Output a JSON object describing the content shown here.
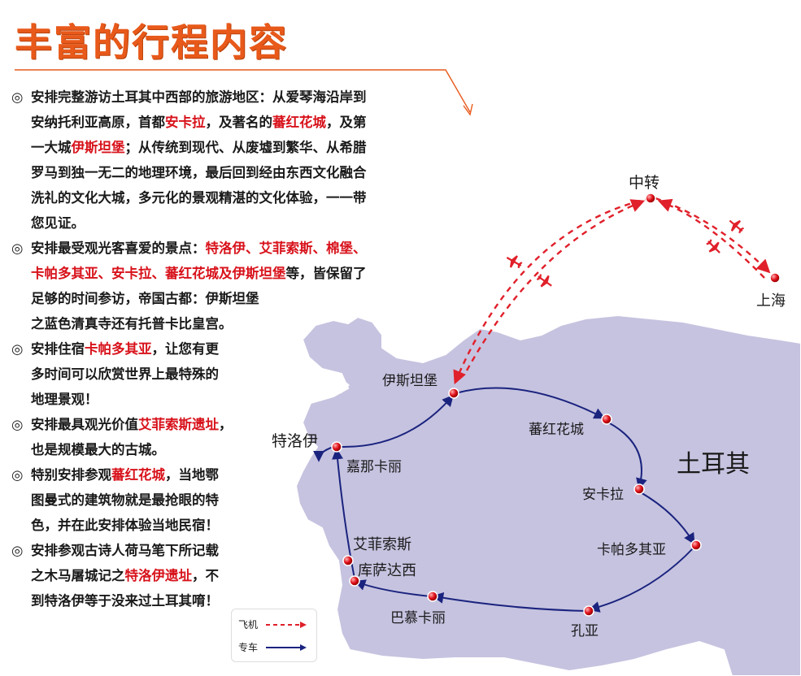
{
  "title": "丰富的行程内容",
  "bullet": "◎",
  "items": [
    [
      [
        [
          "安排完整游访土耳其中西部的旅游地区：从爱琴海沿岸到",
          false
        ]
      ],
      [
        [
          "安纳托利亚高原，首都",
          false
        ],
        [
          "安卡拉",
          true
        ],
        [
          "，及著名的",
          false
        ],
        [
          "蕃红花城",
          true
        ],
        [
          "，及第",
          false
        ]
      ],
      [
        [
          "一大城",
          false
        ],
        [
          "伊斯坦堡",
          true
        ],
        [
          "；从传统到现代、从废墟到繁华、从希腊",
          false
        ]
      ],
      [
        [
          "罗马到独一无二的地理环境，最后回到经由东西文化融合",
          false
        ]
      ],
      [
        [
          "洗礼的文化大城，多元化的景观精湛的文化体验，一一带",
          false
        ]
      ],
      [
        [
          "您见证。",
          false
        ]
      ]
    ],
    [
      [
        [
          "安排最受观光客喜爱的景点：",
          false
        ],
        [
          "特洛伊、艾菲索斯、棉堡、",
          true
        ]
      ],
      [
        [
          "卡帕多其亚、安卡拉、蕃红花城及伊斯坦堡",
          true
        ],
        [
          "等，皆保留了",
          false
        ]
      ],
      [
        [
          "足够的时间参访，帝国古都：伊斯坦堡",
          false
        ]
      ],
      [
        [
          "之蓝色清真寺还有托普卡比皇宫。",
          false
        ]
      ]
    ],
    [
      [
        [
          "安排住宿",
          false
        ],
        [
          "卡帕多其亚",
          true
        ],
        [
          "，让您有更",
          false
        ]
      ],
      [
        [
          "多时间可以欣赏世界上最特殊的",
          false
        ]
      ],
      [
        [
          "地理景观！",
          false
        ]
      ]
    ],
    [
      [
        [
          "安排最具观光价值",
          false
        ],
        [
          "艾菲索斯遗址",
          true
        ],
        [
          "，",
          false
        ]
      ],
      [
        [
          "也是规模最大的古城。",
          false
        ]
      ]
    ],
    [
      [
        [
          "特别安排参观",
          false
        ],
        [
          "蕃红花城",
          true
        ],
        [
          "，当地鄂",
          false
        ]
      ],
      [
        [
          "图曼式的建筑物就是最抢眼的特",
          false
        ]
      ],
      [
        [
          "色，并在此安排体验当地民宿！",
          false
        ]
      ]
    ],
    [
      [
        [
          "安排参观古诗人荷马笔下所记载",
          false
        ]
      ],
      [
        [
          "之木马屠城记之",
          false
        ],
        [
          "特洛伊遗址",
          true
        ],
        [
          "，不",
          false
        ]
      ],
      [
        [
          "到特洛伊等于没来过土耳其唷！",
          false
        ]
      ]
    ]
  ],
  "map": {
    "country": "土耳其",
    "cities": {
      "transfer": "中转",
      "shanghai": "上海",
      "istanbul": "伊斯坦堡",
      "safranbolu": "蕃红花城",
      "troy": "特洛伊",
      "canakkale": "嘉那卡丽",
      "ankara": "安卡拉",
      "cappadocia": "卡帕多其亚",
      "ephesus": "艾菲索斯",
      "kusadasi": "库萨达西",
      "pamukkale": "巴慕卡丽",
      "konya": "孔亚"
    }
  },
  "legend": {
    "flight": "飞机",
    "coach": "专车"
  },
  "colors": {
    "title": "#e8591a",
    "highlight": "#d8121b",
    "land": "#c6c3e0",
    "flight": "#e0202a",
    "coach": "#1a237e"
  }
}
